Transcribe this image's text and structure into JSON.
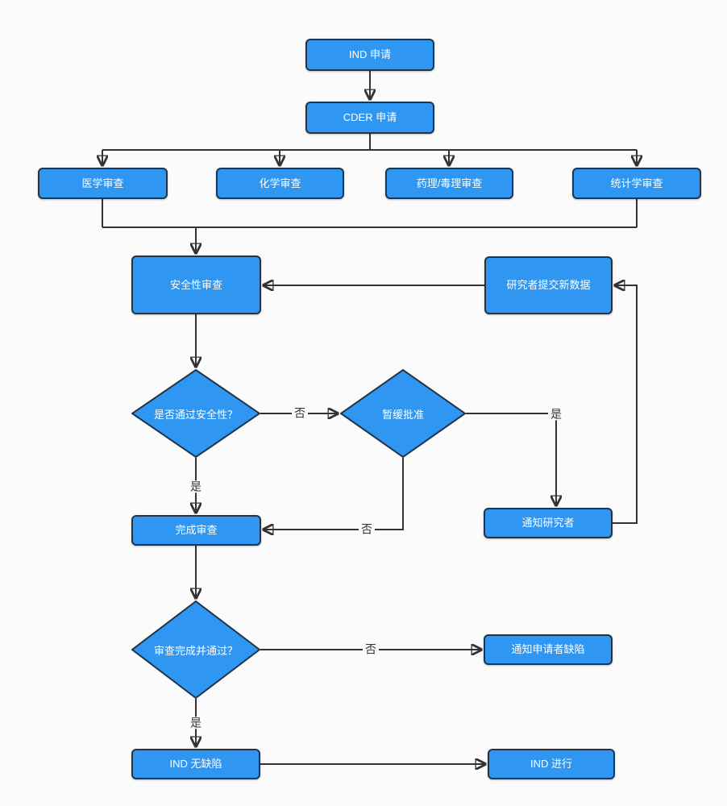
{
  "colors": {
    "background": "#fbfbfb",
    "node_fill": "#2F96F2",
    "node_border": "#20344A",
    "node_text": "#ffffff",
    "connector": "#333333",
    "edge_label_text": "#333333"
  },
  "nodes": [
    {
      "id": "ind-application",
      "type": "process",
      "label": "IND 申请"
    },
    {
      "id": "cder-application",
      "type": "process",
      "label": "CDER 申请"
    },
    {
      "id": "medical-review",
      "type": "process",
      "label": "医学审查"
    },
    {
      "id": "chemistry-review",
      "type": "process",
      "label": "化学审查"
    },
    {
      "id": "pharm-tox-review",
      "type": "process",
      "label": "药理/毒理审查"
    },
    {
      "id": "statistics-review",
      "type": "process",
      "label": "统计学审查"
    },
    {
      "id": "safety-review",
      "type": "process",
      "label": "安全性审查"
    },
    {
      "id": "researcher-submits-new-data",
      "type": "process",
      "label": "研究者提交新数据"
    },
    {
      "id": "safety-pass-decision",
      "type": "decision",
      "label": "是否通过安全性？"
    },
    {
      "id": "hold-approval-decision",
      "type": "decision",
      "label": "暂缓批准"
    },
    {
      "id": "notify-researcher",
      "type": "process",
      "label": "通知研究者"
    },
    {
      "id": "complete-review",
      "type": "process",
      "label": "完成审查"
    },
    {
      "id": "review-complete-pass-decision",
      "type": "decision",
      "label": "审查完成并通过？"
    },
    {
      "id": "notify-applicant-deficiencies",
      "type": "process",
      "label": "通知申请者缺陷"
    },
    {
      "id": "ind-no-deficiencies",
      "type": "process",
      "label": "IND 无缺陷"
    },
    {
      "id": "ind-proceeds",
      "type": "process",
      "label": "IND 进行"
    }
  ],
  "edges": [
    {
      "from": "ind-application",
      "to": "cder-application",
      "label": ""
    },
    {
      "from": "cder-application",
      "to": "medical-review",
      "label": ""
    },
    {
      "from": "cder-application",
      "to": "chemistry-review",
      "label": ""
    },
    {
      "from": "cder-application",
      "to": "pharm-tox-review",
      "label": ""
    },
    {
      "from": "cder-application",
      "to": "statistics-review",
      "label": ""
    },
    {
      "from": "all-reviews",
      "to": "safety-review",
      "label": ""
    },
    {
      "from": "safety-review",
      "to": "safety-pass-decision",
      "label": ""
    },
    {
      "from": "safety-pass-decision",
      "to": "hold-approval-decision",
      "label": "否"
    },
    {
      "from": "safety-pass-decision",
      "to": "complete-review",
      "label": "是"
    },
    {
      "from": "hold-approval-decision",
      "to": "notify-researcher",
      "label": "是"
    },
    {
      "from": "hold-approval-decision",
      "to": "complete-review",
      "label": "否"
    },
    {
      "from": "notify-researcher",
      "to": "researcher-submits-new-data",
      "label": ""
    },
    {
      "from": "researcher-submits-new-data",
      "to": "safety-review",
      "label": ""
    },
    {
      "from": "complete-review",
      "to": "review-complete-pass-decision",
      "label": ""
    },
    {
      "from": "review-complete-pass-decision",
      "to": "notify-applicant-deficiencies",
      "label": "否"
    },
    {
      "from": "review-complete-pass-decision",
      "to": "ind-no-deficiencies",
      "label": "是"
    },
    {
      "from": "ind-no-deficiencies",
      "to": "ind-proceeds",
      "label": ""
    }
  ]
}
